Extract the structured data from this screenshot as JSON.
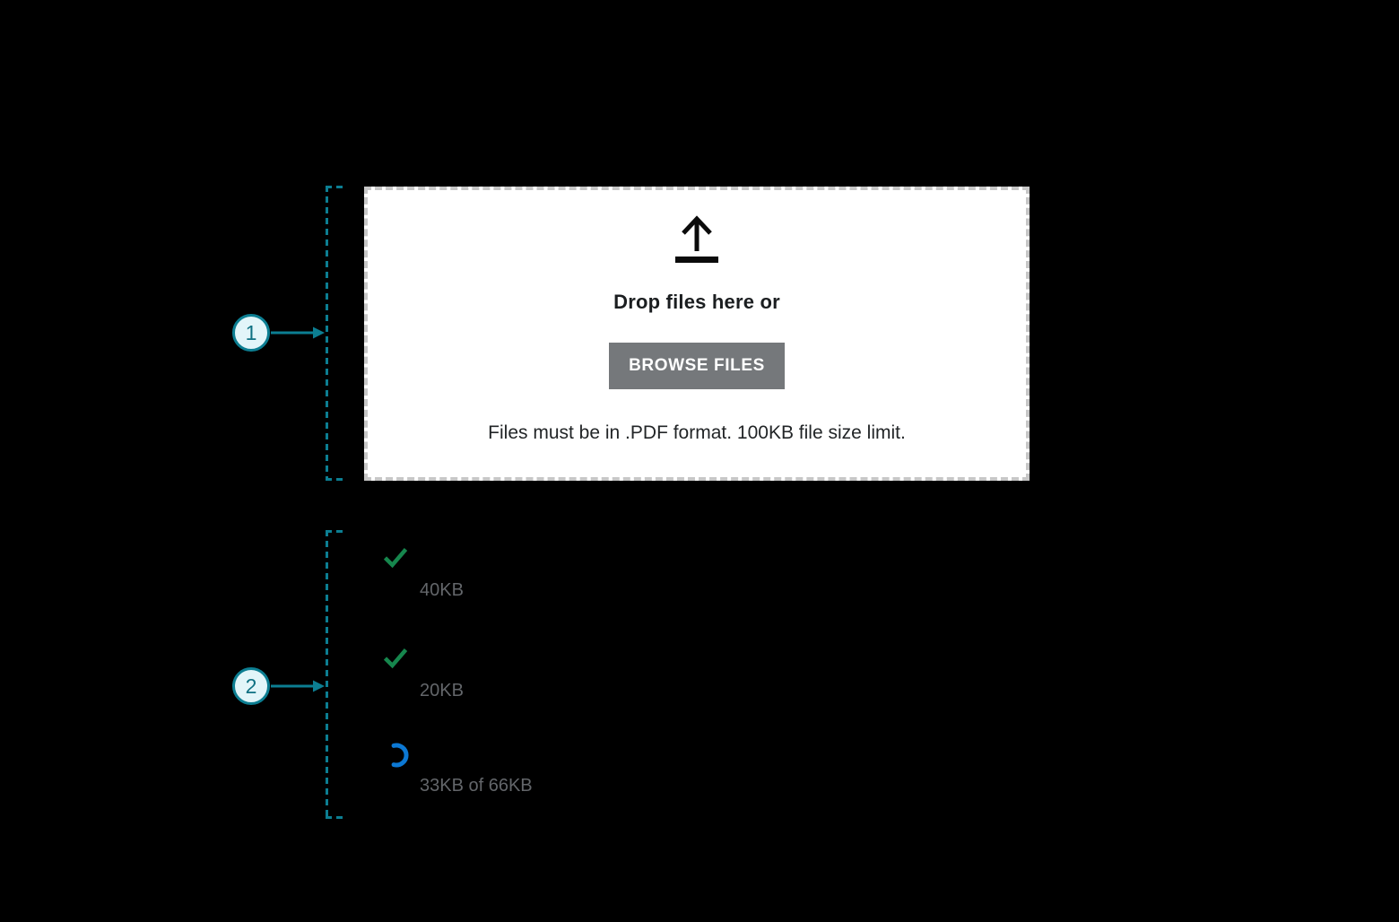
{
  "dropzone": {
    "title": "Drop files here or",
    "browse_button_label": "BROWSE FILES",
    "note": "Files must be in .PDF format. 100KB file size limit.",
    "upload_icon": "upload-arrow-icon"
  },
  "file_list": {
    "items": [
      {
        "status": "complete",
        "icon": "check-icon",
        "size_label": "40KB"
      },
      {
        "status": "complete",
        "icon": "check-icon",
        "size_label": "20KB"
      },
      {
        "status": "uploading",
        "icon": "spinner-icon",
        "size_label": "33KB of 66KB"
      }
    ]
  },
  "annotations": [
    {
      "number": "1"
    },
    {
      "number": "2"
    }
  ],
  "colors": {
    "background": "#000000",
    "annotation_teal": "#0c7e92",
    "callout_fill": "#e2f5f9",
    "success_green": "#16864d",
    "progress_blue": "#0c78d3",
    "button_gray": "#75787b",
    "muted_text_gray": "#63666a",
    "dropzone_border_gray": "#c7c7c7",
    "text_dark": "#222527"
  }
}
